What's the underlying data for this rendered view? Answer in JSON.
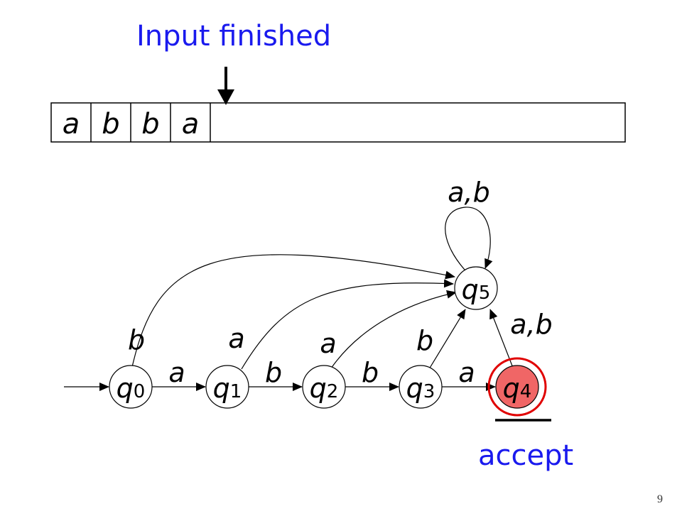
{
  "header": {
    "title": "Input finished"
  },
  "tape": {
    "cells": [
      "a",
      "b",
      "b",
      "a"
    ]
  },
  "states": [
    {
      "id": "q0",
      "base": "q",
      "sub": "0"
    },
    {
      "id": "q1",
      "base": "q",
      "sub": "1"
    },
    {
      "id": "q2",
      "base": "q",
      "sub": "2"
    },
    {
      "id": "q3",
      "base": "q",
      "sub": "3"
    },
    {
      "id": "q4",
      "base": "q",
      "sub": "4"
    },
    {
      "id": "q5",
      "base": "q",
      "sub": "5"
    }
  ],
  "transitions": {
    "q0_q1": "a",
    "q1_q2": "b",
    "q2_q3": "b",
    "q3_q4": "a",
    "q0_q5": "b",
    "q1_q5": "a",
    "q2_q5": "a",
    "q3_q5": "b",
    "q4_q5": "a,b",
    "q5_q5": "a,b"
  },
  "status": {
    "result": "accept"
  },
  "footer": {
    "page_number": "9"
  },
  "colors": {
    "text_blue": "#1a1aee",
    "accept_fill": "#f06666",
    "accept_ring": "#e00000"
  }
}
